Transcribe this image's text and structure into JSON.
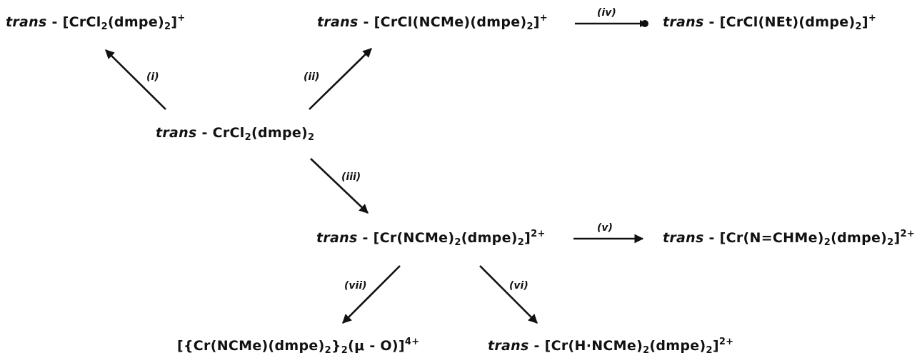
{
  "prefix": "trans",
  "species": {
    "s1": {
      "pfx": "trans",
      "sep": " - ",
      "a": "[CrCl",
      "b": "2",
      "c": "(dmpe)",
      "d": "2",
      "e": "]",
      "f": "+"
    },
    "s2": {
      "pfx": "trans",
      "sep": " - ",
      "a": "[CrCl(NCMe)(dmpe)",
      "b": "2",
      "c": "]",
      "d": "+"
    },
    "s3": {
      "pfx": "trans",
      "sep": " - ",
      "a": "[CrCl(NEt)(dmpe)",
      "b": "2",
      "c": "]",
      "d": "+"
    },
    "s4": {
      "pfx": "trans",
      "sep": " - ",
      "a": "CrCl",
      "b": "2",
      "c": "(dmpe)",
      "d": "2"
    },
    "s5": {
      "pfx": "trans",
      "sep": " - ",
      "a": "[Cr(NCMe)",
      "b": "2",
      "c": "(dmpe)",
      "d": "2",
      "e": "]",
      "f": "2+"
    },
    "s6": {
      "pfx": "trans",
      "sep": " - ",
      "a": "[Cr(N=CHMe)",
      "b": "2",
      "c": "(dmpe)",
      "d": "2",
      "e": "]",
      "f": "2+"
    },
    "s7": {
      "a": "[{Cr(NCMe)(dmpe)",
      "b": "2",
      "c": "}",
      "d": "2",
      "e": "(μ - O)]",
      "f": "4+"
    },
    "s8": {
      "pfx": "trans",
      "sep": " - ",
      "a": "[Cr(H·NCMe)",
      "b": "2",
      "c": "(dmpe)",
      "d": "2",
      "e": "]",
      "f": "2+"
    }
  },
  "conditions": {
    "i": "(i)",
    "ii": "(ii)",
    "iii": "(iii)",
    "iv": "(iv)",
    "v": "(v)",
    "vi": "(vi)",
    "vii": "(vii)"
  },
  "colors": {
    "ink": "#111111",
    "background": "#ffffff"
  }
}
